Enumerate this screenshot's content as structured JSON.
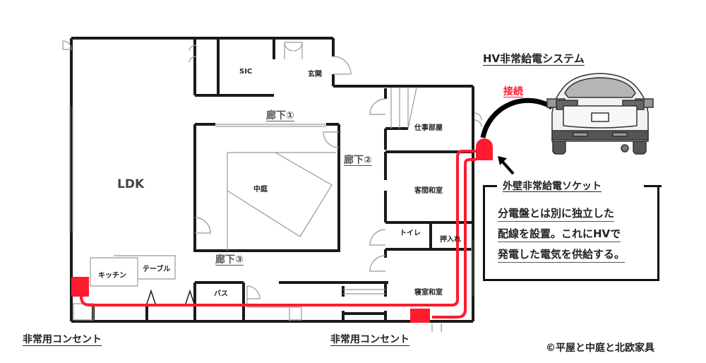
{
  "colors": {
    "wall": "#1a1a1a",
    "wiring": "#ff1a2e",
    "socket": "#ff1a2e",
    "cable": "#000000",
    "car_body": "#f2f2f2",
    "car_dark": "#555555",
    "glass": "#b5b5b5"
  },
  "rooms": {
    "ldk": "LDK",
    "sic": "SIC",
    "genkan": "玄関",
    "courtyard": "中庭",
    "work_room": "仕事部屋",
    "guest_room": "客間和室",
    "toilet": "トイレ",
    "closet": "押入れ",
    "bedroom": "寝室和室",
    "kitchen": "キッチン",
    "table": "テーブル",
    "bath": "バス"
  },
  "hallways": {
    "h1": "廊下①",
    "h2": "廊下②",
    "h3": "廊下③"
  },
  "hv_system": {
    "title": "HV非常給電システム",
    "connect_label": "接続",
    "icons": [
      "car-rear-icon",
      "power-cable-icon",
      "wall-socket-icon",
      "arrow-icon"
    ]
  },
  "socket_note": {
    "heading": "外壁非常給電ソケット",
    "lines": [
      "分電盤とは別に独立した",
      "配線を設置。これにHVで",
      "発電した電気を供給する。"
    ]
  },
  "outlets": {
    "left_label": "非常用コンセント",
    "right_label": "非常用コンセント"
  },
  "copyright": "©平屋と中庭と北欧家具"
}
